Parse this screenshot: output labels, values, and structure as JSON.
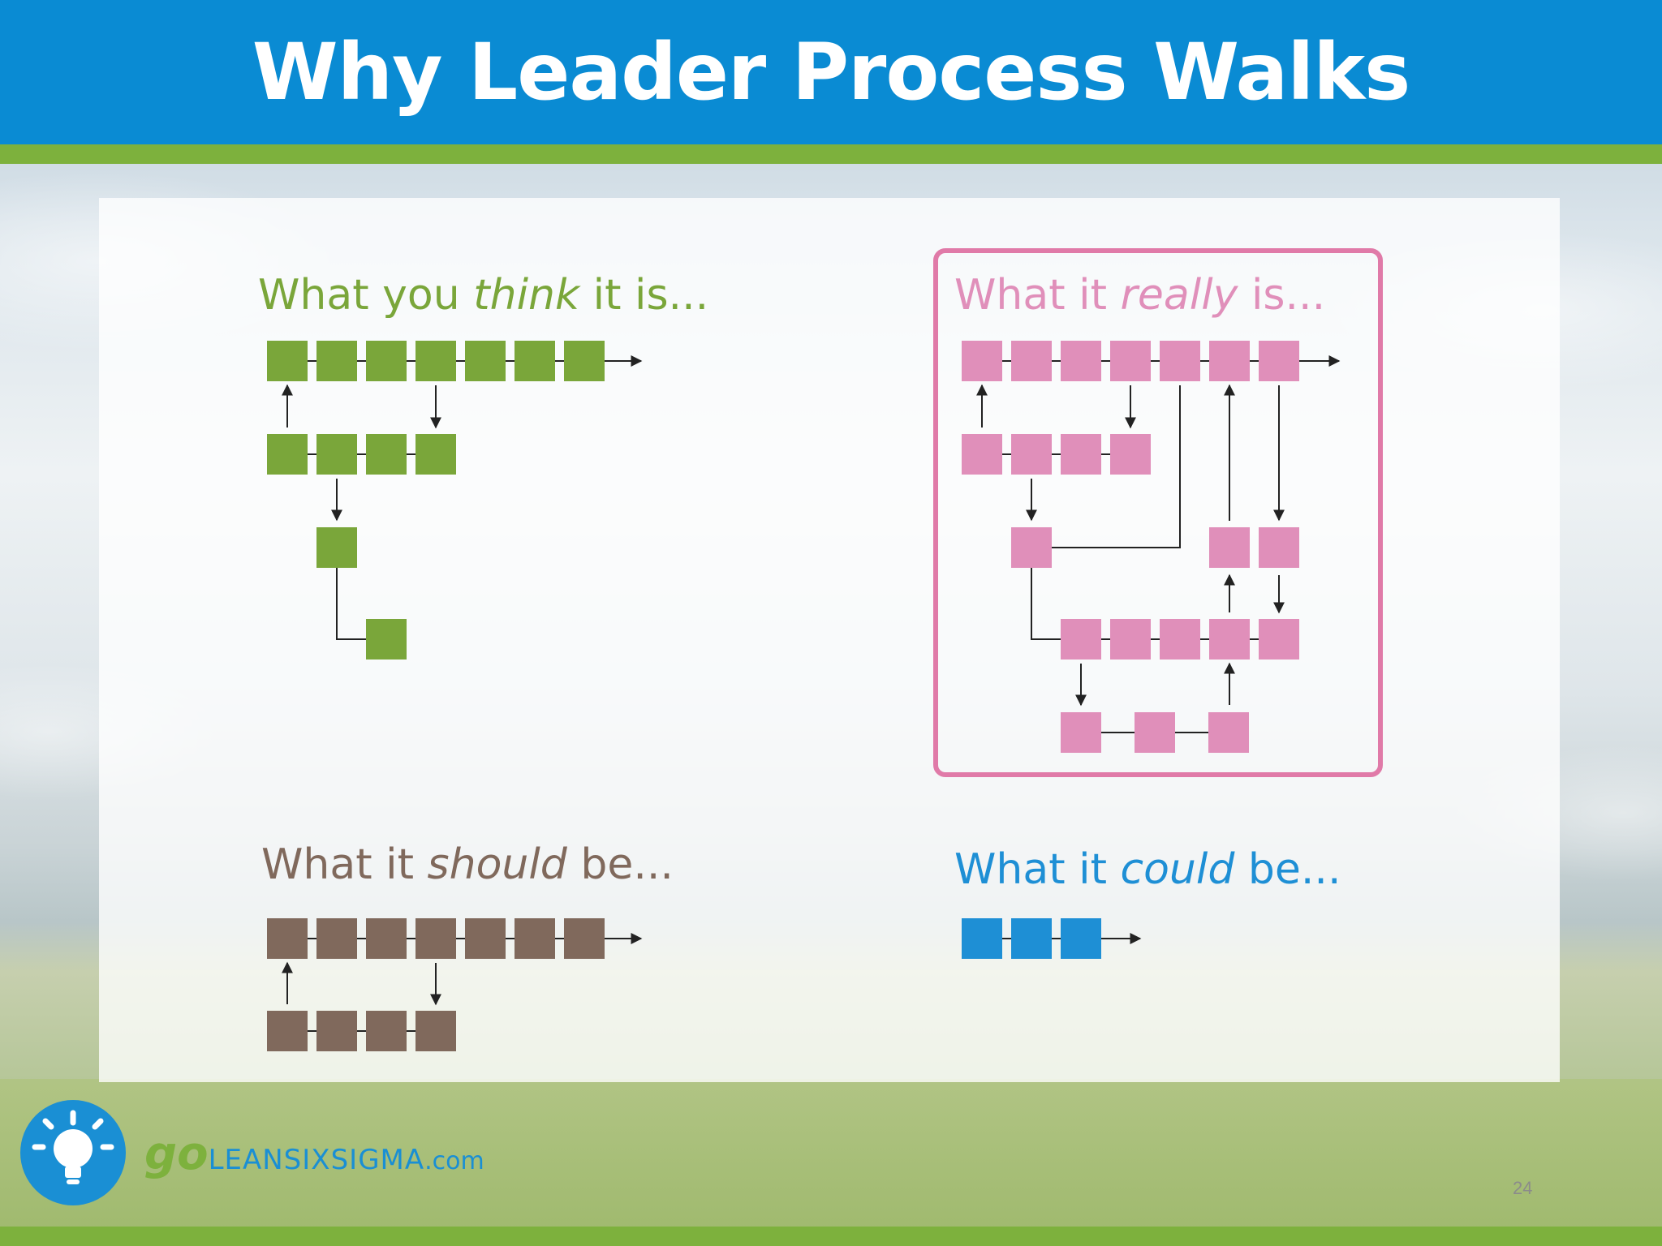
{
  "slide": {
    "title": "Why Leader Process Walks",
    "page_number": "24"
  },
  "quadrants": {
    "think": {
      "prefix": "What you ",
      "emphasis": "think",
      "suffix": " it is...",
      "color": "#7aa63a"
    },
    "really": {
      "prefix": "What it ",
      "emphasis": "really",
      "suffix": " is...",
      "color": "#e08fba"
    },
    "should": {
      "prefix": "What it ",
      "emphasis": "should",
      "suffix": " be...",
      "color": "#80695c"
    },
    "could": {
      "prefix": "What it ",
      "emphasis": "could",
      "suffix": " be...",
      "color": "#1e8fd5"
    }
  },
  "brand": {
    "go": "go",
    "name": "LEANSIXSIGMA",
    "tld": ".com"
  },
  "colors": {
    "header": "#0a8bd3",
    "band": "#7db13d",
    "frame": "#e07aa8"
  }
}
